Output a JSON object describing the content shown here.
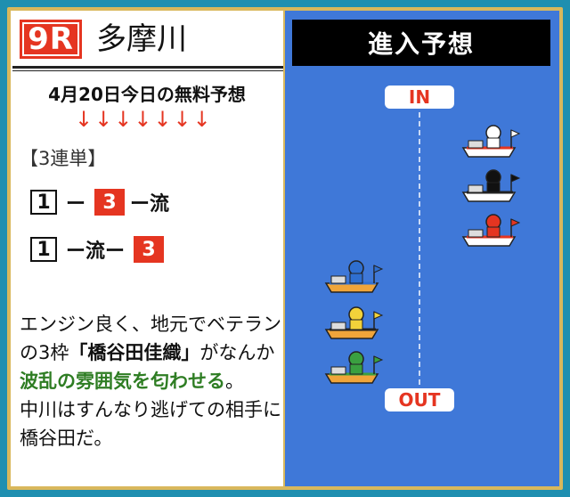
{
  "header": {
    "race_number": "9R",
    "venue": "多摩川"
  },
  "prediction": {
    "date_heading": "4月20日今日の無料予想",
    "arrows": "↓↓↓↓↓↓↓",
    "bet_type": "【3連単】",
    "line1": {
      "first": "1",
      "dash": "ー",
      "second": "3",
      "rest": "ー流"
    },
    "line2": {
      "first": "1",
      "middle": "ー流ー",
      "third": "3"
    }
  },
  "comment": {
    "p1": "エンジン良く、地元でベテランの3枠",
    "p2": "「橋谷田佳織」",
    "p3": "がなんか",
    "p4": "波乱の雰囲気を匂わせる",
    "p5": "。",
    "p6": "中川はすんなり逃げての相手に橋谷田だ。"
  },
  "entry_panel": {
    "title": "進入予想",
    "in_label": "IN",
    "out_label": "OUT"
  },
  "colors": {
    "accent_red": "#e53521",
    "panel_blue": "#3f78d8",
    "frame_gold": "#d9b85c",
    "highlight_green": "#2e7d23"
  },
  "boats": [
    {
      "lane": 1,
      "helmet": "#ffffff",
      "side": "in",
      "icon": "boat-white-icon"
    },
    {
      "lane": 2,
      "helmet": "#111111",
      "side": "in",
      "icon": "boat-black-icon"
    },
    {
      "lane": 3,
      "helmet": "#e53521",
      "side": "in",
      "icon": "boat-red-icon"
    },
    {
      "lane": 4,
      "helmet": "#2f6fd0",
      "side": "out",
      "icon": "boat-blue-icon"
    },
    {
      "lane": 5,
      "helmet": "#f2d23a",
      "side": "out",
      "icon": "boat-yellow-icon"
    },
    {
      "lane": 6,
      "helmet": "#3aa040",
      "side": "out",
      "icon": "boat-green-icon"
    }
  ]
}
